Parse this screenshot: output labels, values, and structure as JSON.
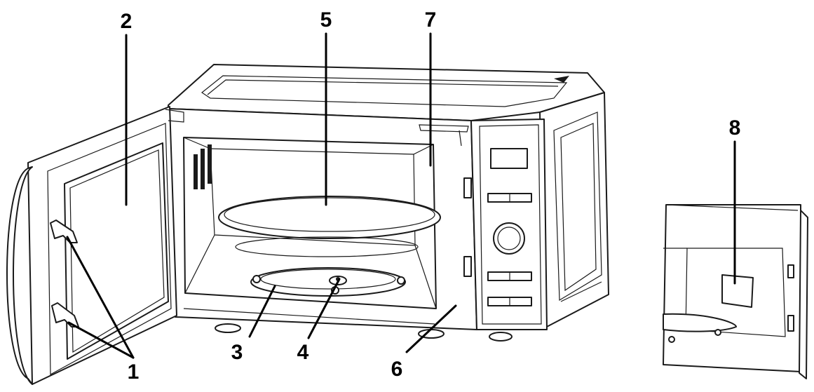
{
  "callouts": {
    "c1": "1",
    "c2": "2",
    "c3": "3",
    "c4": "4",
    "c5": "5",
    "c6": "6",
    "c7": "7",
    "c8": "8"
  },
  "colors": {
    "line": "#1a1a1a",
    "background": "#ffffff"
  }
}
